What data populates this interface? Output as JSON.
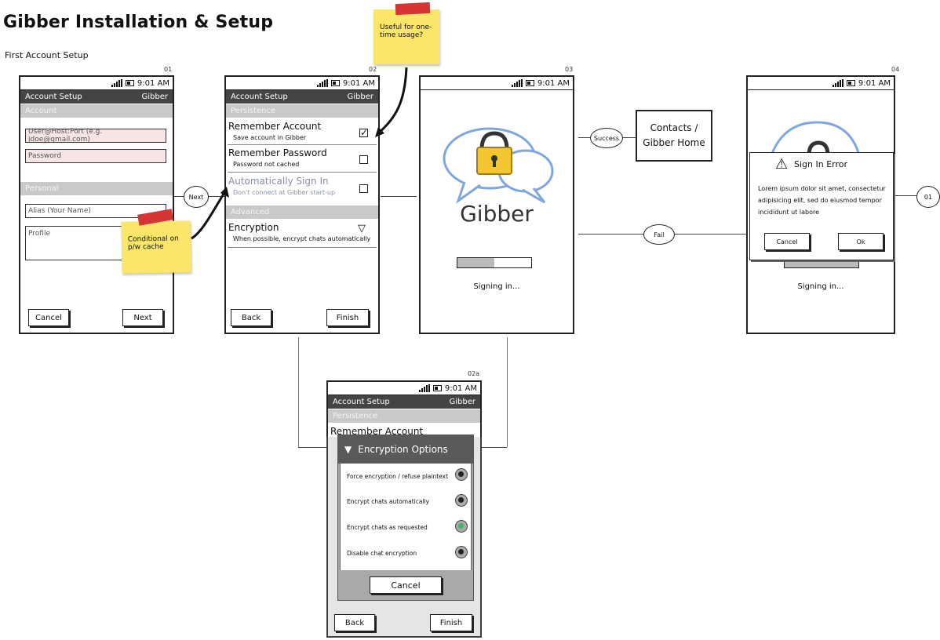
{
  "page": {
    "title": "Gibber Installation & Setup",
    "subtitle": "First Account Setup"
  },
  "status": {
    "time": "9:01 AM"
  },
  "screen01": {
    "number": "01",
    "app_title": "Account Setup",
    "app_name": "Gibber",
    "section_account": "Account",
    "user_placeholder": "User@Host:Port (e.g. jdoe@gmail.com)",
    "password_placeholder": "Password",
    "section_personal": "Personal",
    "alias_placeholder": "Alias (Your Name)",
    "profile_placeholder": "Profile",
    "cancel": "Cancel",
    "next": "Next"
  },
  "screen02": {
    "number": "02",
    "app_title": "Account Setup",
    "app_name": "Gibber",
    "section_persistence": "Persistence",
    "remember_account": "Remember Account",
    "remember_account_sub": "Save account in Gibber",
    "remember_password": "Remember Password",
    "remember_password_sub": "Password not cached",
    "auto_signin": "Automatically Sign In",
    "auto_signin_sub": "Don't connect at Gibber start-up",
    "section_advanced": "Advanced",
    "encryption": "Encryption",
    "encryption_sub": "When possible, encrypt chats automatically",
    "back": "Back",
    "finish": "Finish"
  },
  "screen03": {
    "number": "03",
    "logo_text": "Gibber",
    "progress": 0.5,
    "status_text": "Signing in..."
  },
  "screen04": {
    "number": "04",
    "dialog_title": "Sign In Error",
    "dialog_body": "Lorem ipsum dolor sit amet, consectetur adipisicing elit, sed do eiusmod tempor incididunt ut labore",
    "cancel": "Cancel",
    "ok": "Ok",
    "status_text": "Signing in..."
  },
  "screen02a": {
    "number": "02a",
    "app_title": "Account Setup",
    "app_name": "Gibber",
    "section_persistence": "Persistence",
    "remember_account": "Remember Account",
    "dialog_title": "Encryption Options",
    "options": [
      {
        "label": "Force encryption / refuse plaintext",
        "selected": false
      },
      {
        "label": "Encrypt chats automatically",
        "selected": false
      },
      {
        "label": "Encrypt chats as requested",
        "selected": true
      },
      {
        "label": "Disable chat encryption",
        "selected": false
      }
    ],
    "cancel": "Cancel",
    "back": "Back",
    "finish": "Finish"
  },
  "notes": {
    "one_time": "Useful for one-time usage?",
    "conditional": "Conditional on p/w cache"
  },
  "flow": {
    "next": "Next",
    "success": "Success",
    "fail": "Fail",
    "ref01": "01",
    "contacts": "Contacts / Gibber Home"
  }
}
